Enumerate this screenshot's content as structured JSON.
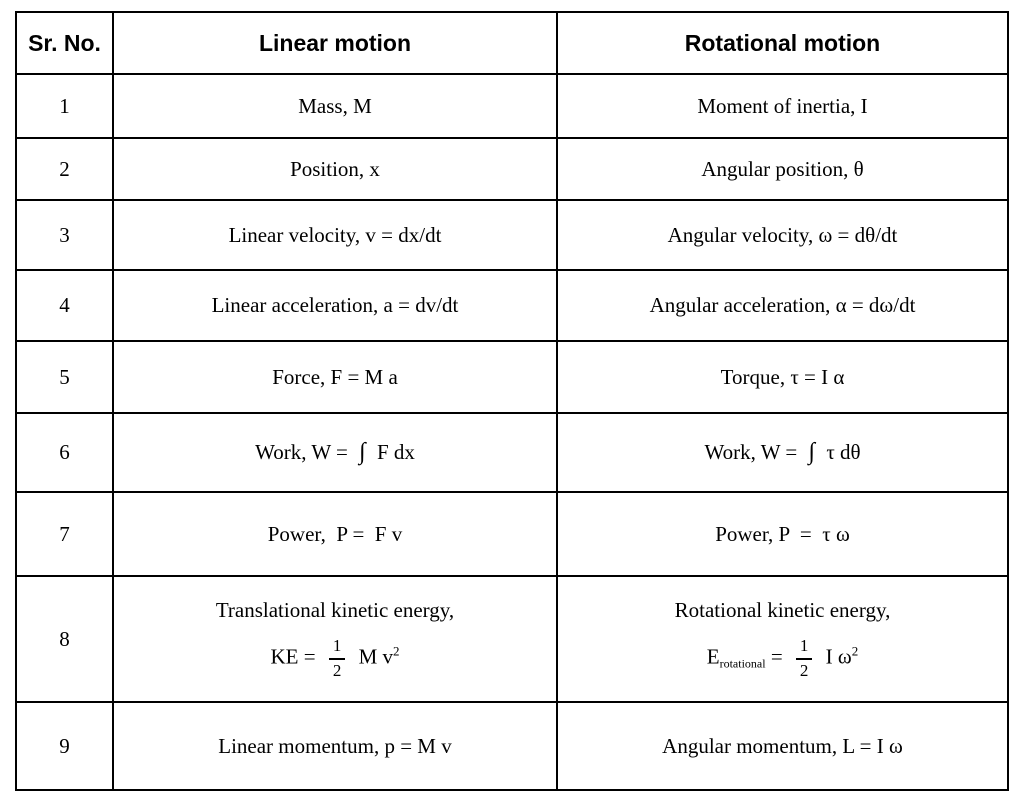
{
  "headers": {
    "sr_no": "Sr. No.",
    "linear": "Linear motion",
    "rotational": "Rotational motion"
  },
  "rows": [
    {
      "n": "1",
      "linear": "Mass, M",
      "rotational": "Moment of inertia, I"
    },
    {
      "n": "2",
      "linear": "Position, x",
      "rotational": "Angular position, θ"
    },
    {
      "n": "3",
      "linear": "Linear velocity, v = dx/dt",
      "rotational": "Angular velocity, ω = dθ/dt"
    },
    {
      "n": "4",
      "linear": "Linear acceleration, a = dv/dt",
      "rotational": "Angular acceleration, α = dω/dt"
    },
    {
      "n": "5",
      "linear": "Force, F = M a",
      "rotational": "Torque, τ = I α"
    },
    {
      "n": "6",
      "linear": {
        "prefix": "Work, W =",
        "integral": "∫",
        "suffix": "F dx"
      },
      "rotational": {
        "prefix": "Work, W =",
        "integral": "∫",
        "suffix": "τ dθ"
      }
    },
    {
      "n": "7",
      "linear": "Power,  P =  F v",
      "rotational": "Power, P  =  τ ω"
    },
    {
      "n": "8",
      "linear": {
        "line1": "Translational kinetic energy,",
        "lhs": "KE =",
        "num": "1",
        "den": "2",
        "rhs": "M v",
        "sup": "2"
      },
      "rotational": {
        "line1": "Rotational kinetic energy,",
        "lhs": "E",
        "lhs_sub": "rotational",
        "eq": "=",
        "num": "1",
        "den": "2",
        "rhs": "I ω",
        "sup": "2"
      }
    },
    {
      "n": "9",
      "linear": "Linear momentum, p = M v",
      "rotational": "Angular momentum, L = I ω"
    }
  ]
}
